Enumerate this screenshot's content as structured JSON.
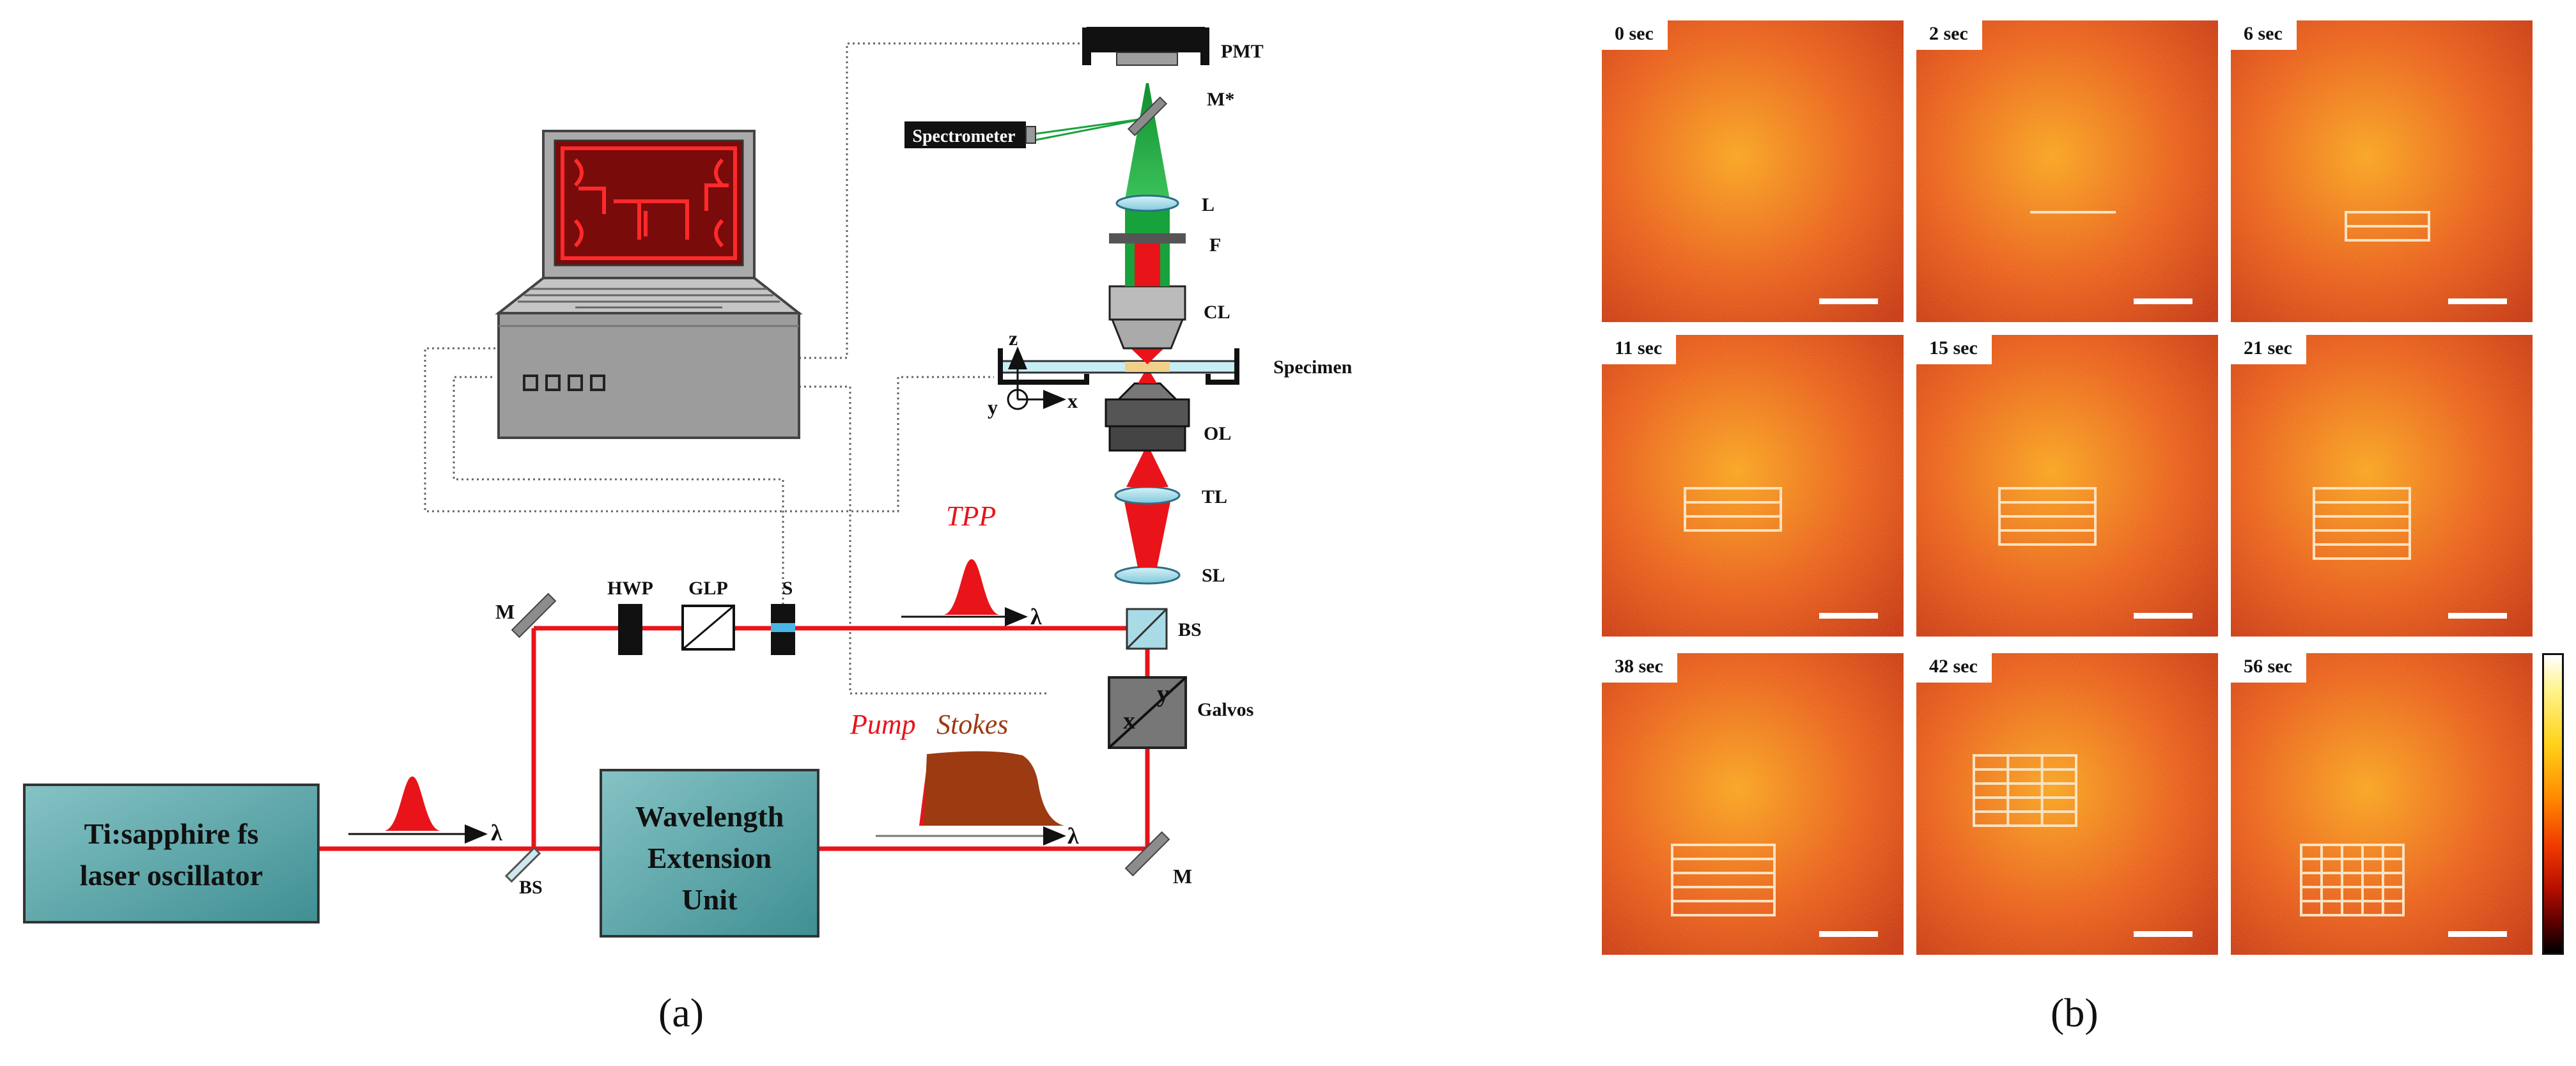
{
  "panel_a": {
    "caption": "(a)",
    "laser_label_line1": "Ti:sapphire fs",
    "laser_label_line2": "laser oscillator",
    "extension_label_line1": "Wavelength",
    "extension_label_line2": "Extension",
    "extension_label_line3": "Unit",
    "labels": {
      "pmt": "PMT",
      "spectrometer": "Spectrometer",
      "m_star": "M*",
      "lens": "L",
      "filter": "F",
      "condenser": "CL",
      "specimen": "Specimen",
      "objective": "OL",
      "tube_lens": "TL",
      "scan_lens": "SL",
      "beam_splitter_top": "BS",
      "galvos": "Galvos",
      "galvo_x": "x",
      "galvo_y": "y",
      "mirror_top": "M",
      "mirror_bottom": "M",
      "hwp": "HWP",
      "glp": "GLP",
      "shutter": "S",
      "beam_splitter_bottom": "BS",
      "tpp": "TPP",
      "pump": "Pump",
      "stokes": "Stokes",
      "lambda": "λ",
      "axis_z": "z",
      "axis_x": "x",
      "axis_y": "y"
    },
    "colors": {
      "beam": "#e8141a",
      "box_fill": "#5fa8ab",
      "computer": "#b9b9b9",
      "screen": "#7a0b0b",
      "stokes": "#9c3a12",
      "green_beam": "#18a23c"
    }
  },
  "panel_b": {
    "caption": "(b)",
    "tiles": [
      {
        "time": "0 sec",
        "bars": 0
      },
      {
        "time": "2 sec",
        "bars": 1
      },
      {
        "time": "6 sec",
        "bars": 2
      },
      {
        "time": "11 sec",
        "bars": 3
      },
      {
        "time": "15 sec",
        "bars": 4
      },
      {
        "time": "21 sec",
        "bars": 5
      },
      {
        "time": "38 sec",
        "bars": 6
      },
      {
        "time": "42 sec",
        "bars": 7
      },
      {
        "time": "56 sec",
        "bars": 8
      }
    ],
    "colorbar": [
      "#ffffff",
      "#fff38a",
      "#ffd21a",
      "#ff8a00",
      "#f03a00",
      "#b80f00",
      "#5a0000",
      "#000000"
    ]
  }
}
